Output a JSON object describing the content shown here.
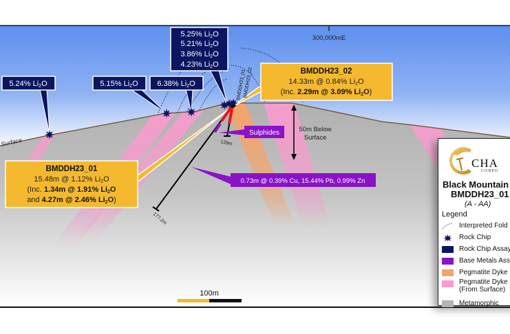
{
  "easting_label": "300,000mE",
  "surface_label": "Surface",
  "rock_chip_labels": [
    {
      "pre": "5.24% Li",
      "sub": "2",
      "post": "O"
    },
    {
      "pre": "5.15% Li",
      "sub": "2",
      "post": "O"
    },
    {
      "pre": "6.38% Li",
      "sub": "2",
      "post": "O"
    }
  ],
  "rock_chip_stack": [
    {
      "pre": "5.25% Li",
      "sub": "2",
      "post": "O"
    },
    {
      "pre": "5.21% Li",
      "sub": "2",
      "post": "O"
    },
    {
      "pre": "3.86% Li",
      "sub": "2",
      "post": "O"
    },
    {
      "pre": "4.23% Li",
      "sub": "2",
      "post": "O"
    }
  ],
  "holes": {
    "h01": {
      "name": "BMDDH23_01",
      "depth": "177.2m"
    },
    "h02": {
      "name": "BMDDH23_02",
      "depth": "139m"
    }
  },
  "callout_02": {
    "title": "BMDDH23_02",
    "line1_pre": "14.33m @ 0.84% Li",
    "line1_sub": "2",
    "line1_post": "O",
    "line2_open": "(Inc. ",
    "line2_bold_pre": "2.29m @ 3.09% Li",
    "line2_sub": "2",
    "line2_bold_post": "O",
    "line2_close": ")"
  },
  "callout_01": {
    "title": "BMDDH23_01",
    "line1_pre": "15.48m @ 1.12% Li",
    "line1_sub": "2",
    "line1_post": "O",
    "line2_open": "(Inc. ",
    "line2_bold_pre": "1.34m @ 1.91% Li",
    "line2_sub": "2",
    "line2_bold_post": "O",
    "line3_open": "and ",
    "line3_bold_pre": "4.27m @ 2.46% Li",
    "line3_sub": "2",
    "line3_bold_post": "O",
    "line3_close": ")"
  },
  "sulphides_label": "Sulphides",
  "base_metals_label": "0.73m @ 0.39% Cu, 15.44% Pb, 0.99% Zn",
  "depth_marker": {
    "line1": "50m Below",
    "line2": "Surface"
  },
  "scale_bar": "100m",
  "legend": {
    "logo_text": "CHA",
    "logo_sub": "CORPO",
    "title1": "Black Mountain",
    "title2": "BMDDH23_01",
    "section": "(A - AA)",
    "heading": "Legend",
    "items": [
      {
        "label": "Interpreted Fold",
        "icon": "dotted-line-icon"
      },
      {
        "label": "Rock Chip",
        "icon": "star-burst-icon"
      },
      {
        "label": "Rock Chip Assay",
        "color": "#0b1560"
      },
      {
        "label": "Base Metals Assay",
        "color": "#8a12c8"
      },
      {
        "label": "Pegmatite Dyke",
        "color": "#f5a46a"
      },
      {
        "label": "Pegmatite Dyke",
        "label2": "(From Surface)",
        "color": "#f59ccc"
      },
      {
        "label": "Metamorphic",
        "color": "#b4b4b4"
      }
    ]
  },
  "colors": {
    "sky": "#5d8ff0",
    "ground": "#b2b2b2",
    "callout": "#f4b92e",
    "chip": "#0b1560",
    "base": "#8a12c8"
  }
}
